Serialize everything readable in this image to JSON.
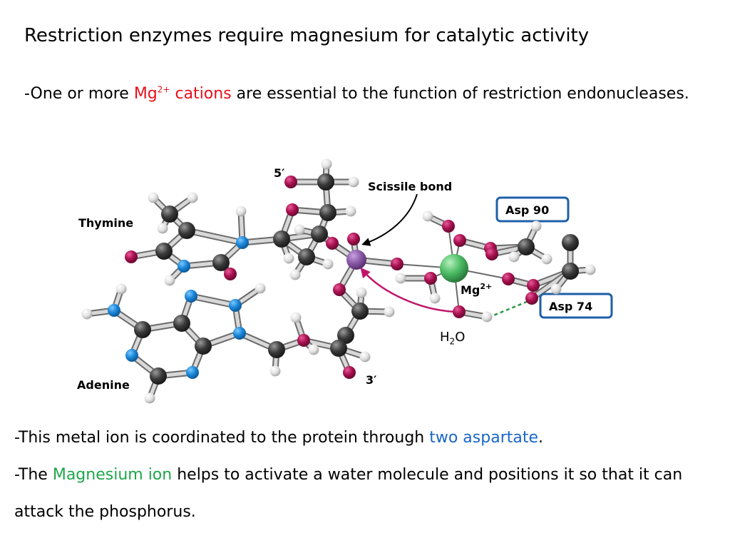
{
  "slide": {
    "title": "Restriction enzymes require magnesium for catalytic activity",
    "intro": {
      "prefix": "-One or more ",
      "mg": "Mg",
      "mg_sup": "2+",
      "cations": "cations",
      "rest": " are essential to the function of restriction endonucleases."
    },
    "bullet1": {
      "prefix": "-This metal ion is coordinated to the protein through ",
      "highlight": "two aspartate",
      "suffix": "."
    },
    "bullet2": {
      "prefix": "-The ",
      "highlight": "Magnesium ion",
      "suffix": " helps to activate a water molecule and positions it so that it can attack the phosphorus."
    }
  },
  "diagram": {
    "label_5prime": "5′",
    "label_3prime": "3′",
    "label_thymine": "Thymine",
    "label_adenine": "Adenine",
    "label_scissile": "Scissile bond",
    "label_asp90": "Asp 90",
    "label_asp74": "Asp 74",
    "label_mg": "Mg",
    "label_mg_sup": "2+",
    "label_h2o_h": "H",
    "label_h2o_sub": "2",
    "label_h2o_o": "O"
  },
  "colors": {
    "highlight_red": "#e8101a",
    "highlight_blue": "#1a66c8",
    "highlight_green": "#1fa64a",
    "carbon": "#4a4a4a",
    "oxygen": "#b0135e",
    "nitrogen": "#1e8fe0",
    "hydrogen": "#e6e6e6",
    "phosphorus": "#8a5aa8",
    "magnesium": "#3fae5a",
    "asp_box": "#1f5fa8",
    "arrow_magenta": "#c0156b",
    "dashed_green": "#2a9a45"
  }
}
